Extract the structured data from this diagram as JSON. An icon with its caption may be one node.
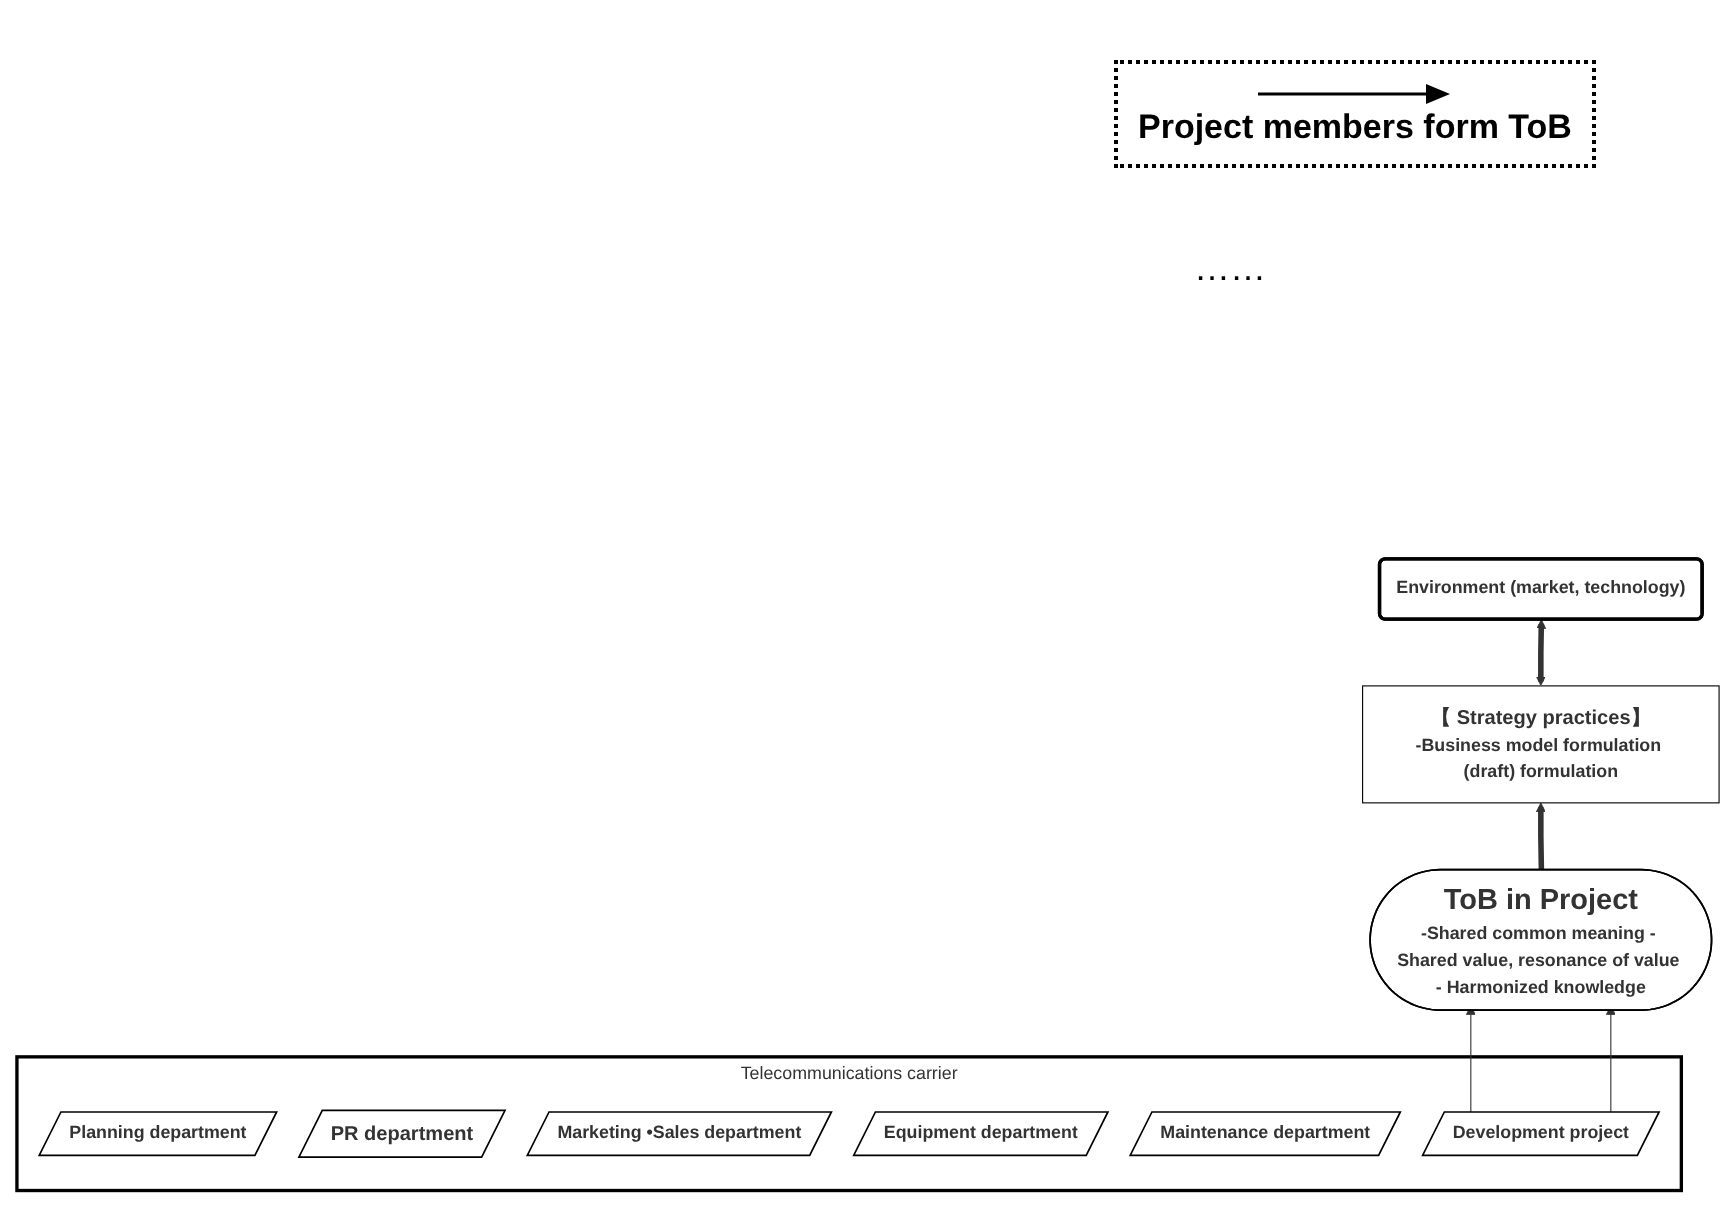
{
  "diagram": {
    "nodes": [
      {
        "text": [
          "Environment (market, technology)"
        ]
      },
      {
        "text": [
          "【 Strategy practices】",
          "-Business model formulation (draft) formulation"
        ]
      },
      {
        "text": [
          "ToB in Project",
          "-Shared common meaning - Shared value, resonance of value - Harmonized knowledge"
        ]
      },
      {
        "text": [
          "Telecommunications carrier"
        ]
      },
      {
        "text": [
          "Planning department"
        ],
        "in": 3
      },
      {
        "text": [
          "Development project"
        ],
        "in": 3
      },
      {
        "text": [
          "PR department"
        ],
        "in": 3
      },
      {
        "text": [
          "Marketing •Sales department"
        ],
        "in": 3
      },
      {
        "text": [
          "Equipment department"
        ],
        "in": 3
      },
      {
        "text": [
          "Maintenance department"
        ],
        "in": 3
      }
    ],
    "edges": [
      {
        "from": 1,
        "to": 0,
        "arrow": "both",
        "style": "thick"
      },
      {
        "from": 2,
        "to": 1,
        "arrow": "to",
        "style": "thick"
      },
      {
        "from": 5,
        "to": 2,
        "arrow": "to"
      },
      {
        "from": 5,
        "to": 2,
        "arrow": "to"
      }
    ],
    "labels": [
      "……"
    ],
    "legend": [
      {
        "text": "Project members form ToB"
      }
    ]
  }
}
